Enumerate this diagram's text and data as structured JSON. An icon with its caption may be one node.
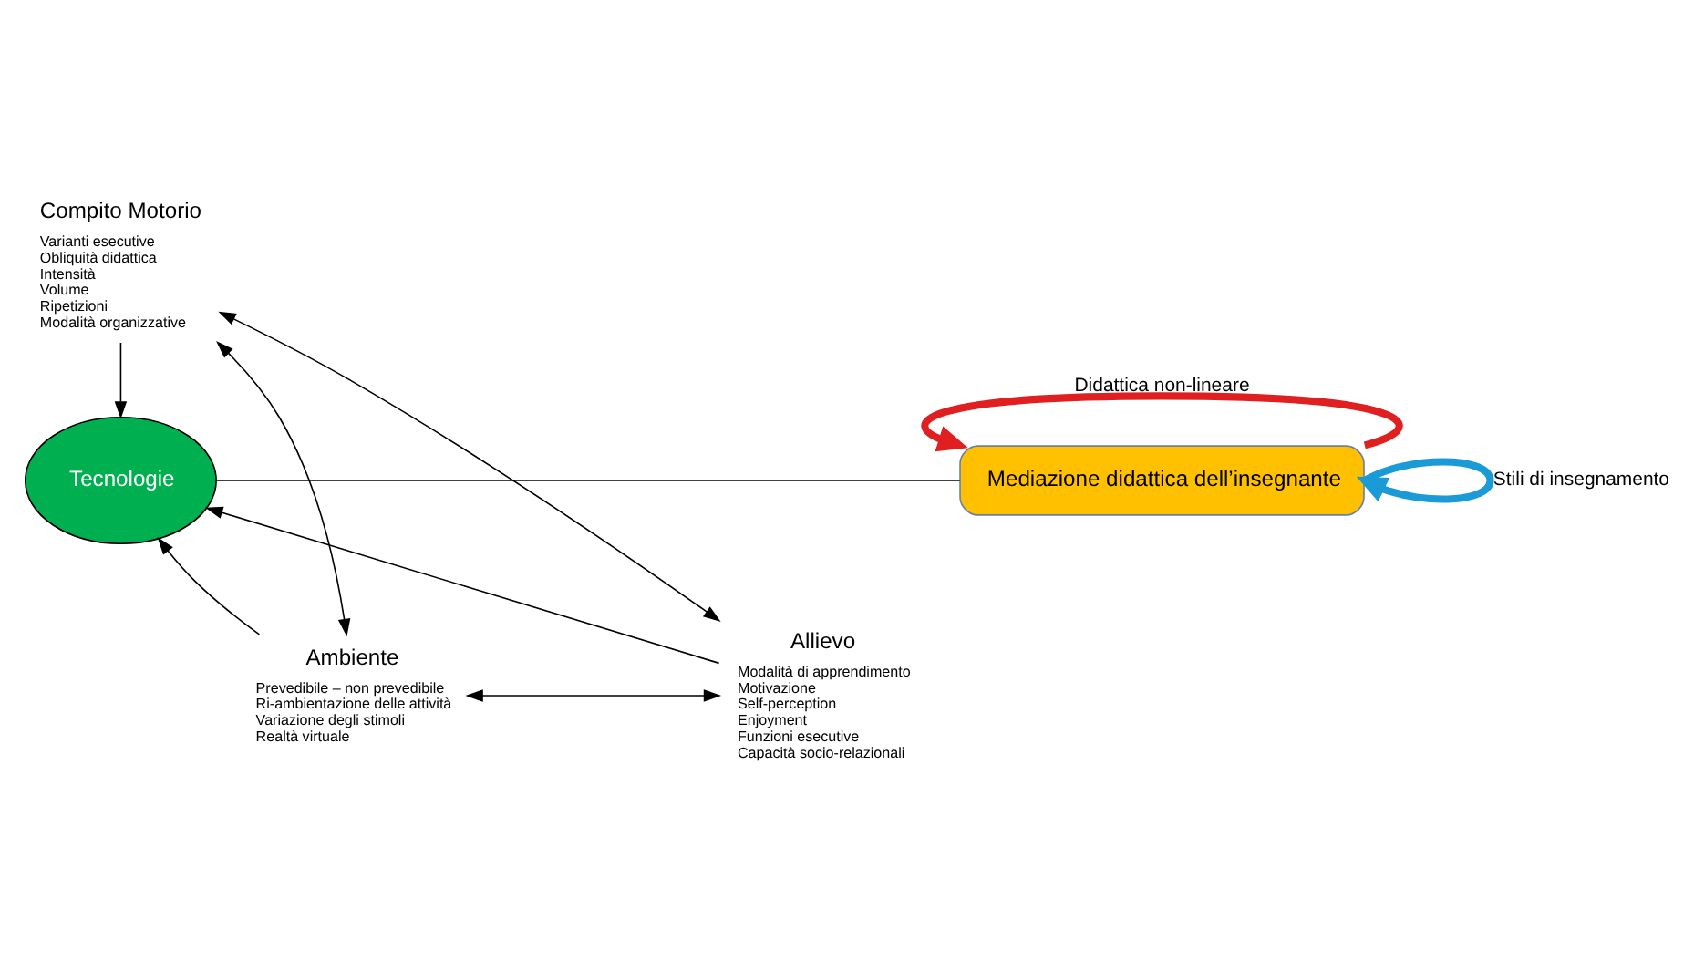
{
  "diagram": {
    "nodes": [
      {
        "text": [
          "Compito Motorio"
        ],
        "beside": [
          "Varianti esecutive",
          "Obliquità didattica",
          "Intensità",
          "Volume",
          "Ripetizioni",
          "Modalità organizzative"
        ]
      },
      {
        "text": [
          "Tecnologie"
        ]
      },
      {
        "text": [
          "Ambiente"
        ],
        "beside": [
          "Prevedibile – non prevedibile",
          "Ri-ambientazione delle attività",
          "Variazione degli stimoli",
          "Realtà virtuale"
        ]
      },
      {
        "text": [
          "Allievo"
        ],
        "beside": [
          "Modalità di apprendimento",
          "Motivazione",
          "Self-perception",
          "Enjoyment",
          "Funzioni esecutive",
          "Capacità socio-relazionali"
        ]
      },
      {
        "text": [
          "Mediazione didattica dell’insegnante"
        ]
      }
    ],
    "edges": [
      {
        "from": 0,
        "to": 1,
        "arrow": "to"
      },
      {
        "from": 0,
        "to": 2,
        "arrow": "both"
      },
      {
        "from": 0,
        "to": 3,
        "arrow": "both"
      },
      {
        "from": 2,
        "to": 3,
        "arrow": "both"
      },
      {
        "from": 2,
        "to": 1,
        "arrow": "to"
      },
      {
        "from": 3,
        "to": 1,
        "arrow": "to"
      },
      {
        "from": 1,
        "to": 4,
        "arrow": "none"
      },
      {
        "from": 4,
        "to": 4,
        "arrow": "to",
        "label": "Didattica non-lineare",
        "style": "thick",
        "color": "#e02020"
      },
      {
        "from": 4,
        "to": 4,
        "arrow": "to",
        "label": "Stili di insegnamento",
        "style": "thick",
        "color": "#1a9ad6"
      }
    ]
  }
}
